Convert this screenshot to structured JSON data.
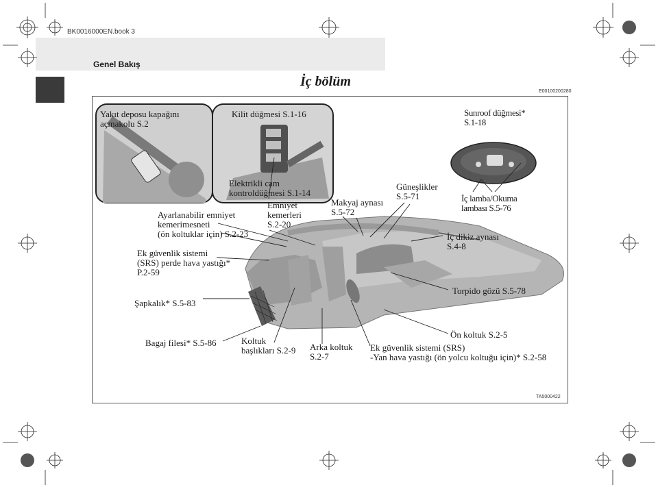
{
  "header": {
    "book_ref": "BK0016000EN.book  3",
    "section": "Genel Bakış",
    "title": "İç bölüm",
    "doc_code": "E00100200280",
    "figure_code": "TA5000422"
  },
  "callouts": {
    "fuel_door": "Yakıt deposu kapağını\naçmakolu S.2",
    "lock_switch": "Kilit düğmesi S.1-16",
    "sunroof": "Sunroof düğmesi*\nS.1-18",
    "power_window": "Elektrikli cam\nkontroldüğmesi S.1-14",
    "adjustable_belt": "Ayarlanabilir emniyet\nkemerimesneti\n(ön koltuklar için) S.2-23",
    "seat_belts": "Emniyet\nkemerleri\nS.2-20",
    "vanity_mirror": "Makyaj aynası\nS.5-72",
    "sun_visors": "Güneşlikler\nS.5-71",
    "dome_lamp": "İç lamba/Okuma\nlambası S.5-76",
    "srs_curtain": "Ek güvenlik sistemi\n(SRS) perde hava yastığı*\nP.2-59",
    "rear_mirror": "İç dikiz aynası\nS.4-8",
    "glove_box": "Torpido gözü S.5-78",
    "parcel_shelf": "Şapkalık* S.5-83",
    "front_seat": "Ön koltuk S.2-5",
    "cargo_net": "Bagaj filesi* S.5-86",
    "headrests": "Koltuk\nbaşlıkları S.2-9",
    "rear_seat": "Arka koltuk\nS.2-7",
    "srs_side": "Ek güvenlik sistemi (SRS)\n-Yan hava yastığı (ön yolcu koltuğu için)* S.2-58"
  },
  "colors": {
    "frame_border": "#555555",
    "header_band": "#ebebeb",
    "side_tab": "#3a3a3a",
    "illustration": "#8a8a8a"
  }
}
